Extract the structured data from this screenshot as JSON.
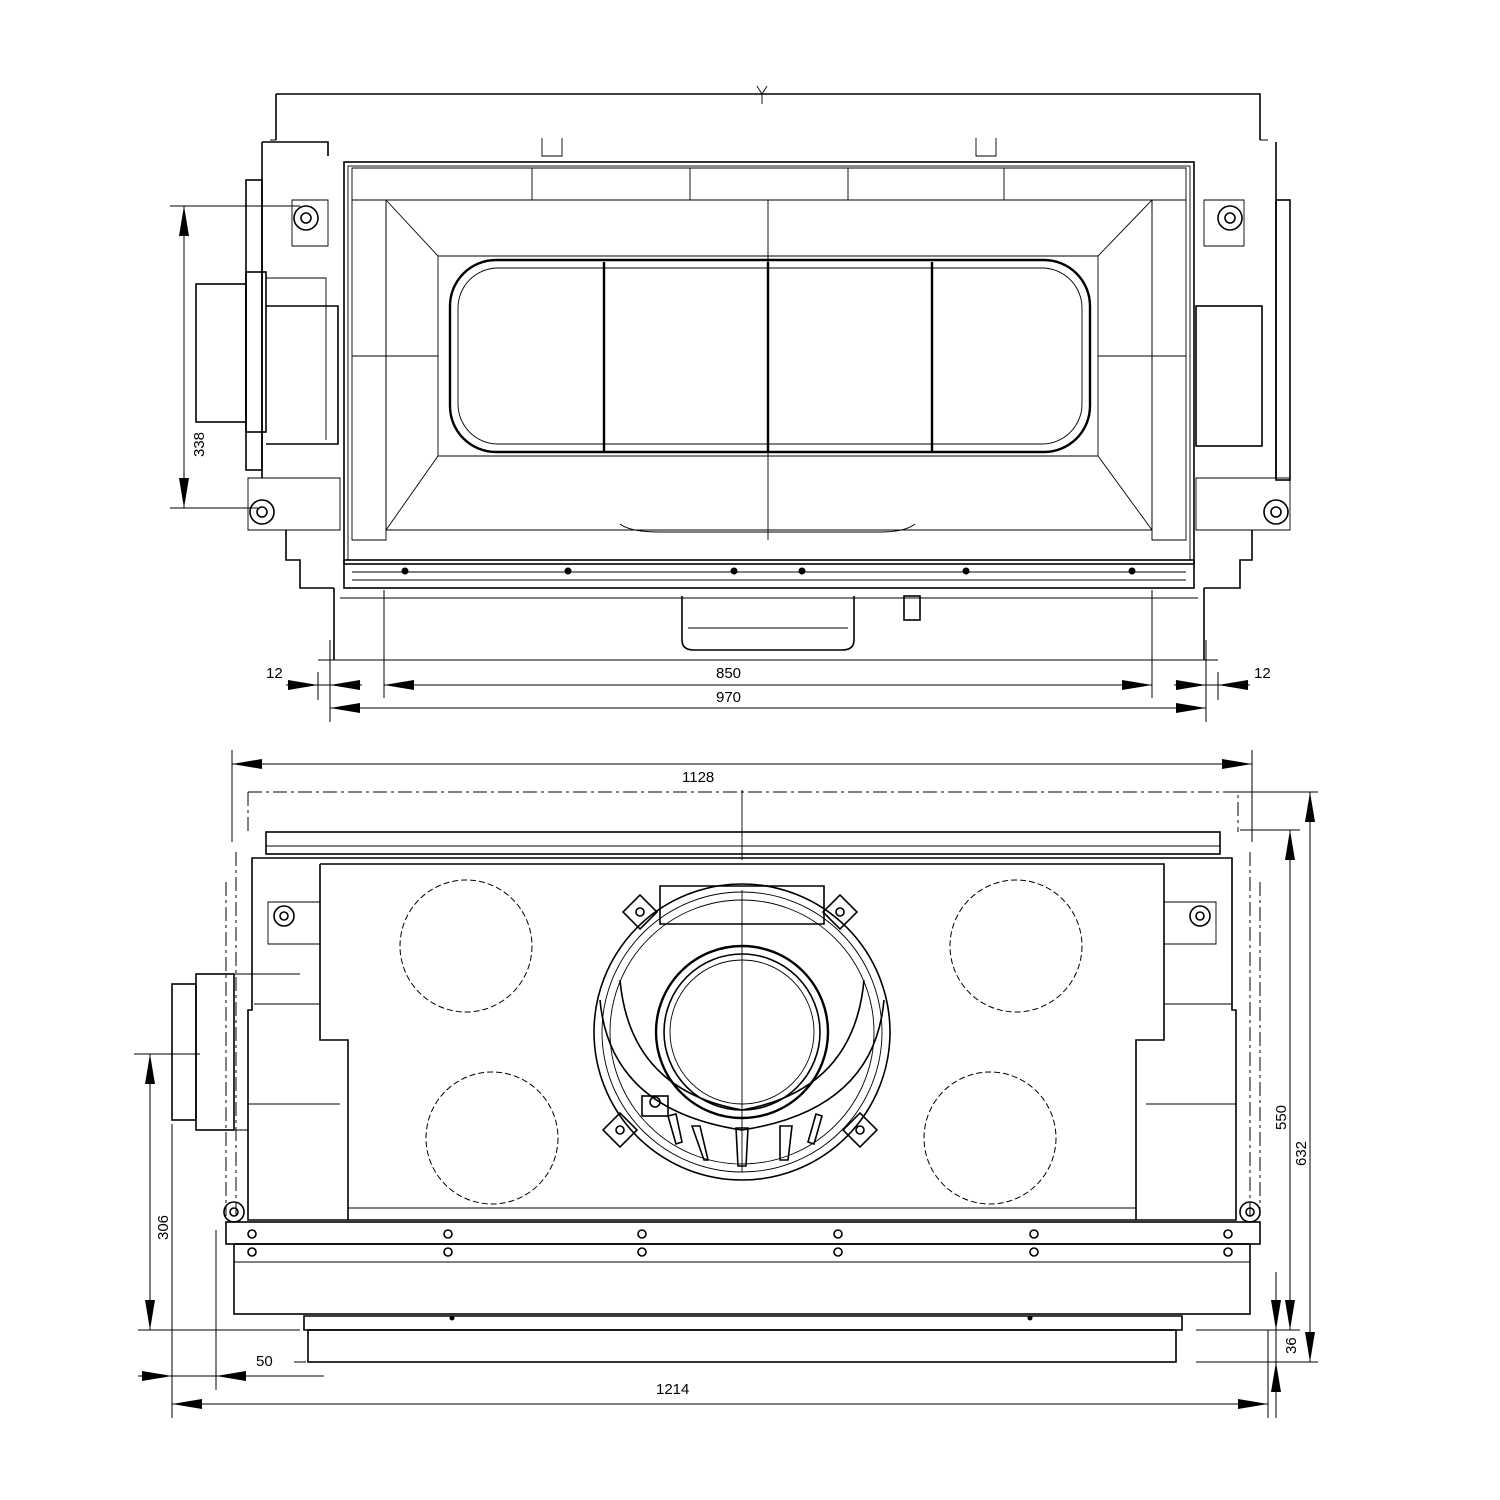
{
  "front_view": {
    "dimensions": {
      "height_left": "338",
      "gap_left": "12",
      "glass_width": "850",
      "gap_right": "12",
      "overall_width": "970"
    }
  },
  "plan_view": {
    "dimensions": {
      "top_width": "1128",
      "depth_inner": "550",
      "depth_overall": "632",
      "flue_offset": "306",
      "frame_depth": "36",
      "frame_offset": "50",
      "bottom_width": "1214"
    }
  }
}
